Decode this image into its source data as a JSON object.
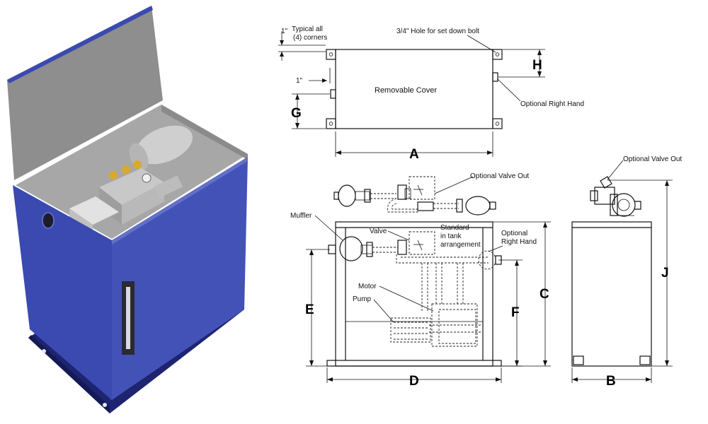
{
  "labels": {
    "typical_corners_1": "1\"",
    "typical_corners_2": "Typical all",
    "typical_corners_3": "(4) corners",
    "hole_note": "3/4\" Hole for set down bolt",
    "one_inch": "1\"",
    "removable_cover": "Removable Cover",
    "optional_right_hand_top": "Optional Right Hand",
    "optional_valve_out_front": "Optional Valve Out",
    "optional_valve_out_side": "Optional Valve Out",
    "muffler": "Muffler",
    "valve": "Valve",
    "standard_1": "Standard",
    "standard_2": "in tank",
    "standard_3": "arrangement",
    "optional_right_hand_front_1": "Optional",
    "optional_right_hand_front_2": "Right Hand",
    "motor": "Motor",
    "pump": "Pump"
  },
  "dimensions": {
    "A": "A",
    "B": "B",
    "C": "C",
    "D": "D",
    "E": "E",
    "F": "F",
    "G": "G",
    "H": "H",
    "J": "J"
  },
  "colors": {
    "tank_blue": "#3f4fb2",
    "tank_dark": "#26308a",
    "lid_gray": "#8d8d8d",
    "interior_gray": "#a9a9a9"
  }
}
